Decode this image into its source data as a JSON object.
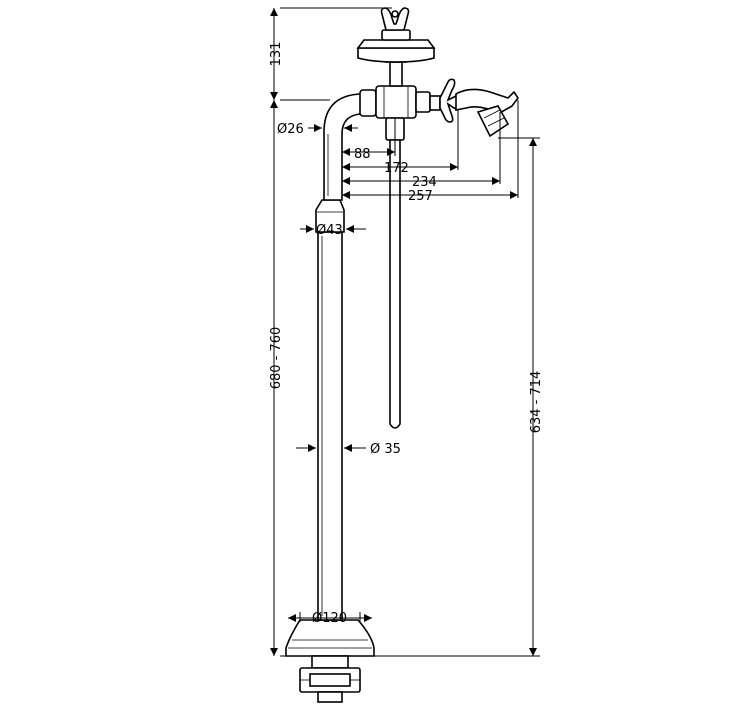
{
  "dimensions": {
    "top_height": "131",
    "total_height": "680 - 760",
    "spout_height": "634 - 714",
    "dia_tube_top": "Ø26",
    "dia_collar": "Ø43",
    "dia_column": "Ø 35",
    "dia_base": "Ø120",
    "reach_88": "88",
    "reach_172": "172",
    "reach_234": "234",
    "reach_257": "257"
  }
}
